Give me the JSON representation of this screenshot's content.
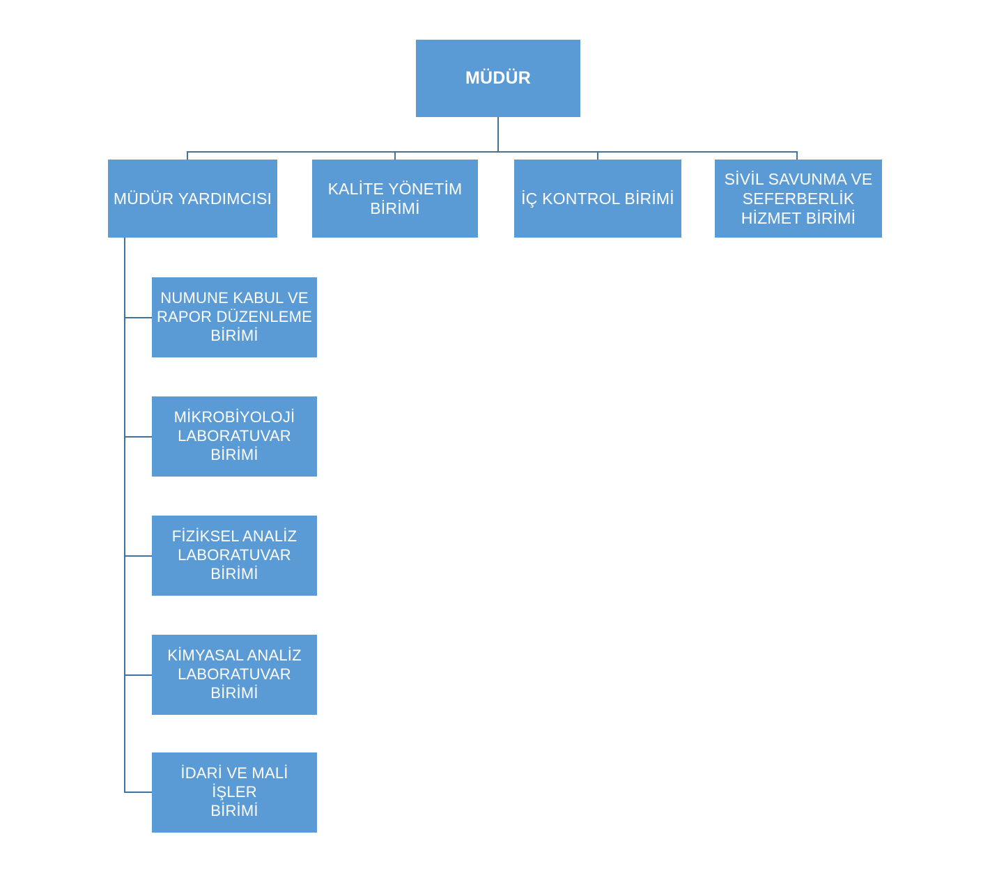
{
  "diagram": {
    "type": "organization-chart",
    "title_text": "MÜDÜR",
    "colors": {
      "node_fill": "#5B9BD5",
      "node_text": "#FFFFFF",
      "connector": "#41719C",
      "background": "#FFFFFF"
    },
    "root": {
      "label": "MÜDÜR"
    },
    "level2": [
      {
        "label": "MÜDÜR YARDIMCISI"
      },
      {
        "label": "KALİTE YÖNETİM\nBİRİMİ"
      },
      {
        "label": "İÇ KONTROL BİRİMİ"
      },
      {
        "label": "SİVİL SAVUNMA VE\nSEFERBERLİK\nHİZMET BİRİMİ"
      }
    ],
    "level3": [
      {
        "label": "NUMUNE KABUL VE\nRAPOR DÜZENLEME\nBİRİMİ"
      },
      {
        "label": "MİKROBİYOLOJİ\nLABORATUVAR\nBİRİMİ"
      },
      {
        "label": "FİZİKSEL ANALİZ\nLABORATUVAR\nBİRİMİ"
      },
      {
        "label": "KİMYASAL ANALİZ\nLABORATUVAR\nBİRİMİ"
      },
      {
        "label": "İDARİ VE MALİ İŞLER\nBİRİMİ"
      }
    ]
  }
}
